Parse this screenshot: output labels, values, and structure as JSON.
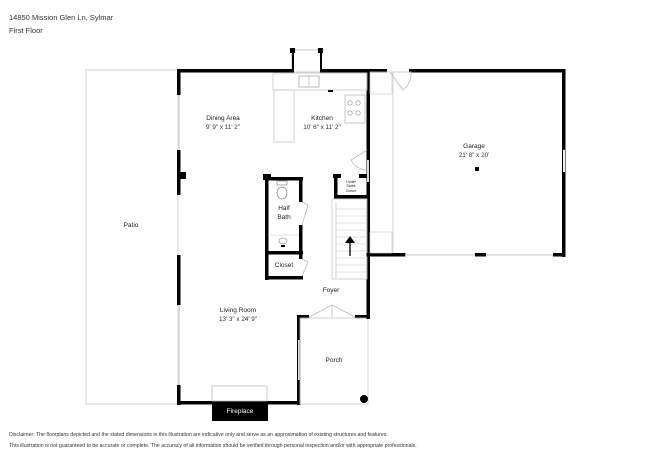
{
  "header": {
    "address": "14850 Mission Glen Ln, Sylmar",
    "floor": "First Floor"
  },
  "rooms": [
    {
      "id": "patio",
      "name": "Patio",
      "dimensions": ""
    },
    {
      "id": "dining",
      "name": "Dining Area",
      "dimensions": "9' 9\" x 11' 2\""
    },
    {
      "id": "kitchen",
      "name": "Kitchen",
      "dimensions": "10' 6\" x 11' 2\""
    },
    {
      "id": "garage",
      "name": "Garage",
      "dimensions": "21' 8\" x 20'"
    },
    {
      "id": "halfbath",
      "name": "Half Bath",
      "dimensions": ""
    },
    {
      "id": "closet",
      "name": "Closet",
      "dimensions": ""
    },
    {
      "id": "understairs",
      "name": "Under Stairs Closet",
      "dimensions": ""
    },
    {
      "id": "foyer",
      "name": "Foyer",
      "dimensions": ""
    },
    {
      "id": "living",
      "name": "Living Room",
      "dimensions": "13' 3\" x 24' 9\""
    },
    {
      "id": "porch",
      "name": "Porch",
      "dimensions": ""
    },
    {
      "id": "fireplace",
      "name": "Fireplace",
      "dimensions": ""
    }
  ],
  "labels": {
    "half_bath_line1": "Half",
    "half_bath_line2": "Bath",
    "under_line1": "Under",
    "under_line2": "Stairs",
    "under_line3": "Closet"
  },
  "colors": {
    "wall": "#000000",
    "thin_line": "#bdbdbd",
    "background": "#ffffff"
  },
  "disclaimer": {
    "line1": "Disclaimer: The floorplans depicted and the stated dimensions in this illustration are indicative only and serve as an approximation of existing structures and features.",
    "line2": "This illustration is not guaranteed to be accurate or complete. The accuracy of all information should be verified through personal inspection and/or with appropriate professionals."
  }
}
